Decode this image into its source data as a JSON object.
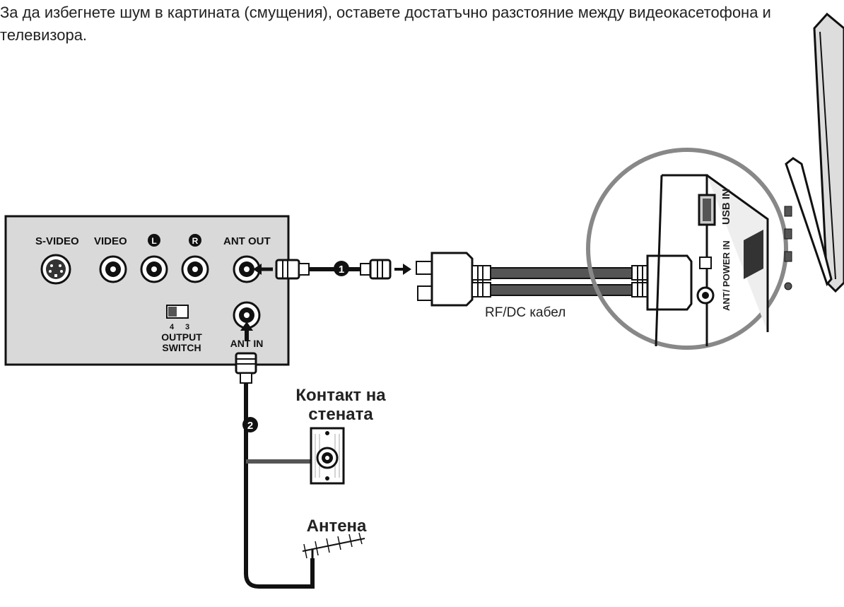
{
  "intro_text": "За да избегнете шум в картината (смущения), оставете достатъчно разстояние между видеокасетофона и телевизора.",
  "vcr": {
    "s_video": "S-VIDEO",
    "video": "VIDEO",
    "audio_l": "L",
    "audio_r": "R",
    "ant_out": "ANT OUT",
    "ant_in": "ANT IN",
    "switch_4": "4",
    "switch_3": "3",
    "output_switch_line1": "OUTPUT",
    "output_switch_line2": "SWITCH"
  },
  "steps": [
    "1",
    "2"
  ],
  "cable_label": "RF/DC кабел",
  "wall_outlet_line1": "Контакт на",
  "wall_outlet_line2": "стената",
  "antenna_label": "Антена",
  "tv_ports": {
    "usb_in": "USB IN",
    "ant_power_in": "ANT/ POWER IN"
  },
  "colors": {
    "line": "#111111",
    "panel_fill": "#d9d9d9",
    "cable_grey": "#555555",
    "callout_ring": "#888888"
  }
}
